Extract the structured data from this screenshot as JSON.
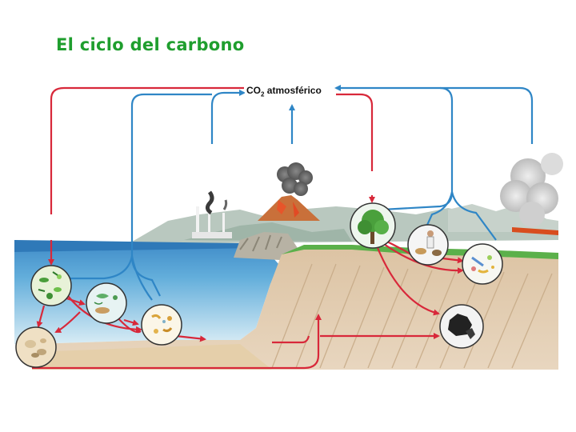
{
  "title": "El ciclo del carbono",
  "co2_label": {
    "main": "CO",
    "subscript": "2",
    "suffix": " atmosférico"
  },
  "colors": {
    "title": "#1f9e2e",
    "flow_to_atmosphere": "#2f86c6",
    "flow_from_atmosphere": "#d8283a",
    "ocean": "#2f79b8",
    "land": "#d9bf9c",
    "grass": "#5bb04a"
  },
  "icons": [
    "phytoplankton-icon",
    "marine-animals-icon",
    "decomposers-ocean-icon",
    "shells-sediment-icon",
    "tree-icon",
    "human-animals-icon",
    "decomposers-land-icon",
    "fossil-fuel-icon",
    "volcano-icon",
    "factory-smoke-icon",
    "fire-smoke-icon"
  ]
}
